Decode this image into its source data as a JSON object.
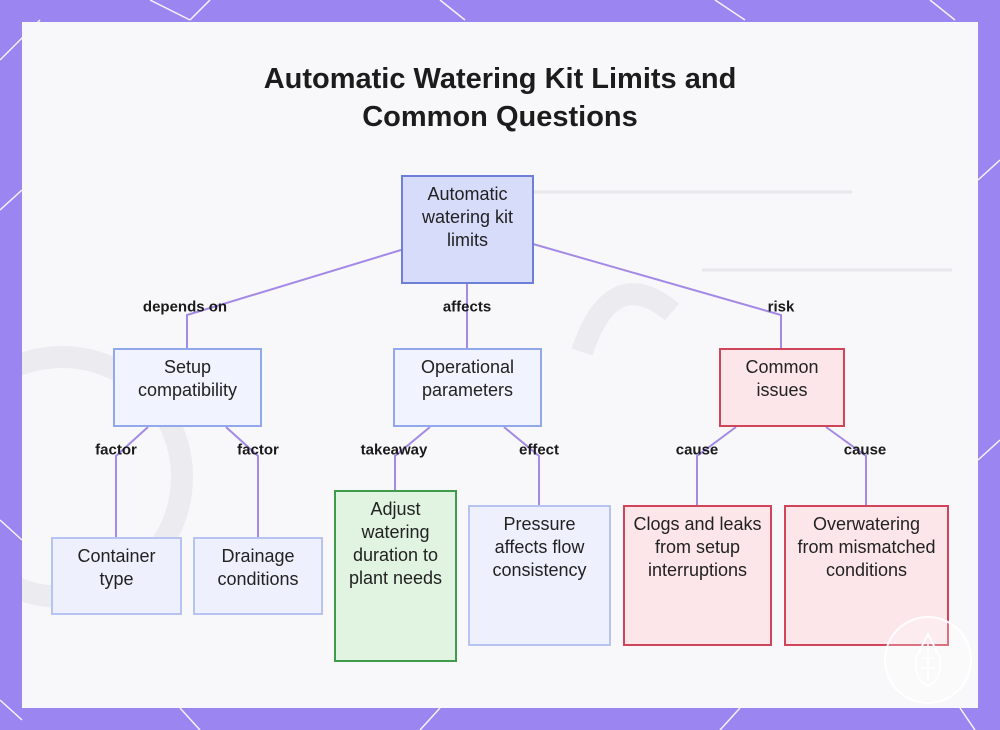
{
  "title": {
    "line1": "Automatic Watering Kit Limits and",
    "line2": "Common Questions"
  },
  "colors": {
    "frame": "#9b85f0",
    "edge": "#a48ae6",
    "root_fill": "#d8dcfb",
    "risk_stroke": "#d0455a",
    "takeaway_stroke": "#3f9c4d"
  },
  "nodes": {
    "root": "Automatic watering kit limits",
    "setup": "Setup compatibility",
    "operational": "Operational parameters",
    "issues": "Common issues",
    "container": "Container type",
    "drainage": "Drainage conditions",
    "adjust": "Adjust watering duration to plant needs",
    "pressure": "Pressure affects flow consistency",
    "clogs": "Clogs and leaks from setup interruptions",
    "overwatering": "Overwatering from mismatched conditions"
  },
  "edge_labels": {
    "depends_on": "depends on",
    "affects": "affects",
    "risk": "risk",
    "factor_container": "factor",
    "factor_drainage": "factor",
    "takeaway": "takeaway",
    "effect": "effect",
    "cause_clogs": "cause",
    "cause_overwatering": "cause"
  },
  "badge_icon": "watering-drop-icon"
}
